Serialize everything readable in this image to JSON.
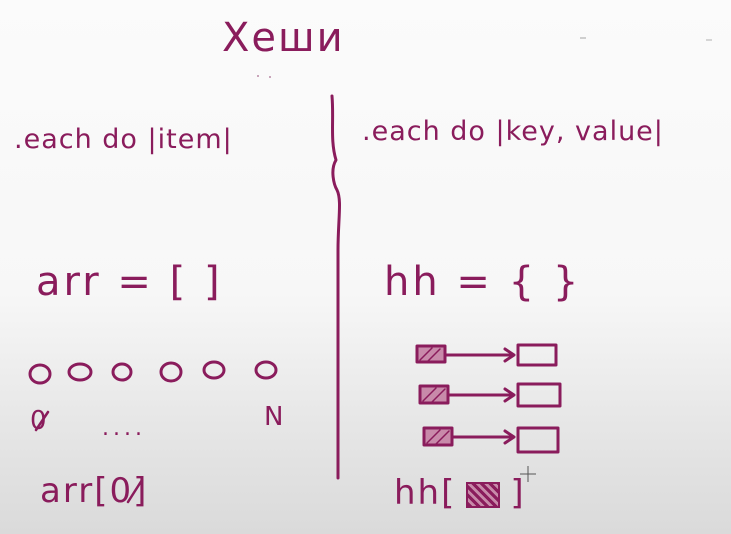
{
  "board": {
    "title": "Хеши",
    "left": {
      "method": ".each do |item|",
      "declaration": "arr = [ ]",
      "index_first": "0",
      "ellipsis": "....",
      "index_last": "N",
      "access": "arr[0]"
    },
    "right": {
      "method": ".each do |key, value|",
      "declaration": "hh = { }",
      "access": "hh[",
      "access_close": "]"
    }
  },
  "colors": {
    "ink": "#8a1c5c",
    "background": "#f7f7f7"
  }
}
